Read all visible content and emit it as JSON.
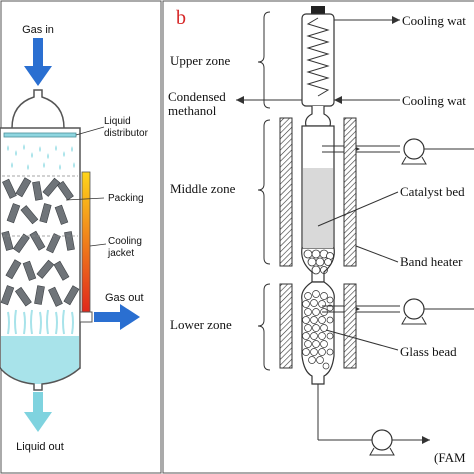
{
  "panel_a": {
    "labels": {
      "gas_in": "Gas in",
      "liquid_distributor_line1": "Liquid",
      "liquid_distributor_line2": "distributor",
      "packing": "Packing",
      "cooling_jacket_line1": "Cooling",
      "cooling_jacket_line2": "jacket",
      "gas_out": "Gas out",
      "liquid_out": "Liquid out"
    },
    "colors": {
      "arrow_blue": "#2a6fd1",
      "arrow_light": "#7fd3df",
      "liquid": "#a8e3ea",
      "packing": "#6f7479",
      "jacket_top": "#ffd51a",
      "jacket_bottom": "#e0281c"
    }
  },
  "panel_b": {
    "letter": "b",
    "labels": {
      "upper_zone": "Upper zone",
      "condensed_line1": "Condensed",
      "condensed_line2": "methanol",
      "middle_zone": "Middle zone",
      "lower_zone": "Lower zone",
      "cooling_water_top": "Cooling wat",
      "cooling_water_bottom": "Cooling wat",
      "catalyst_bed": "Catalyst bed",
      "band_heater": "Band heater",
      "glass_bead": "Glass bead",
      "fam": "(FAM"
    },
    "colors": {
      "letter": "#d62728",
      "catalyst": "#d9d9d9",
      "line": "#333333"
    }
  }
}
